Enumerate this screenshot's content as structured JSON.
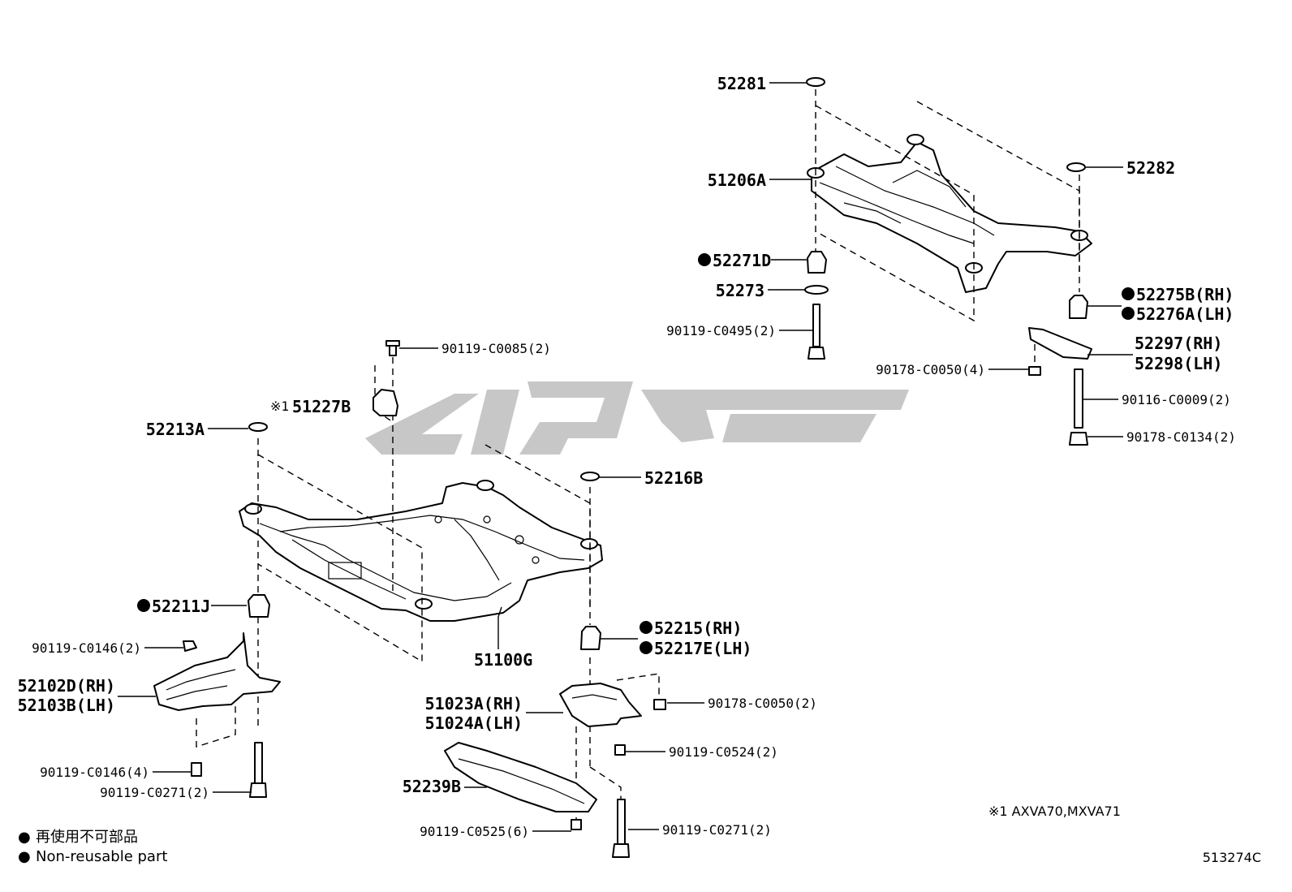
{
  "diagram_id": "513274C",
  "note": "※1 AXVA70,MXVA71",
  "legend": [
    {
      "symbol": "●",
      "text": "再使用不可部品"
    },
    {
      "symbol": "●",
      "text": "Non-reusable part"
    }
  ],
  "labels": {
    "p52281": "52281",
    "p51206A": "51206A",
    "p52282": "52282",
    "p52271D": "52271D",
    "p52273": "52273",
    "p52275B": "52275B(RH)",
    "p52276A": "52276A(LH)",
    "p90119C0495": "90119-C0495(2)",
    "p52297": "52297(RH)",
    "p52298": "52298(LH)",
    "p90178C0050a": "90178-C0050(4)",
    "p90116C0009": "90116-C0009(2)",
    "p90178C0134": "90178-C0134(2)",
    "p90119C0085": "90119-C0085(2)",
    "p51227B_mark": "※1",
    "p51227B": "51227B",
    "p52213A": "52213A",
    "p52216B": "52216B",
    "p52211J": "52211J",
    "p90119C0146a": "90119-C0146(2)",
    "p52102D": "52102D(RH)",
    "p52103B": "52103B(LH)",
    "p90119C0146b": "90119-C0146(4)",
    "p90119C0271a": "90119-C0271(2)",
    "p51100G": "51100G",
    "p52215": "52215(RH)",
    "p52217E": "52217E(LH)",
    "p51023A": "51023A(RH)",
    "p51024A": "51024A(LH)",
    "p90178C0050b": "90178-C0050(2)",
    "p90119C0524": "90119-C0524(2)",
    "p52239B": "52239B",
    "p90119C0525": "90119-C0525(6)",
    "p90119C0271b": "90119-C0271(2)"
  },
  "colors": {
    "line": "#000000",
    "watermark": "#bdbdbd",
    "background": "#ffffff"
  }
}
